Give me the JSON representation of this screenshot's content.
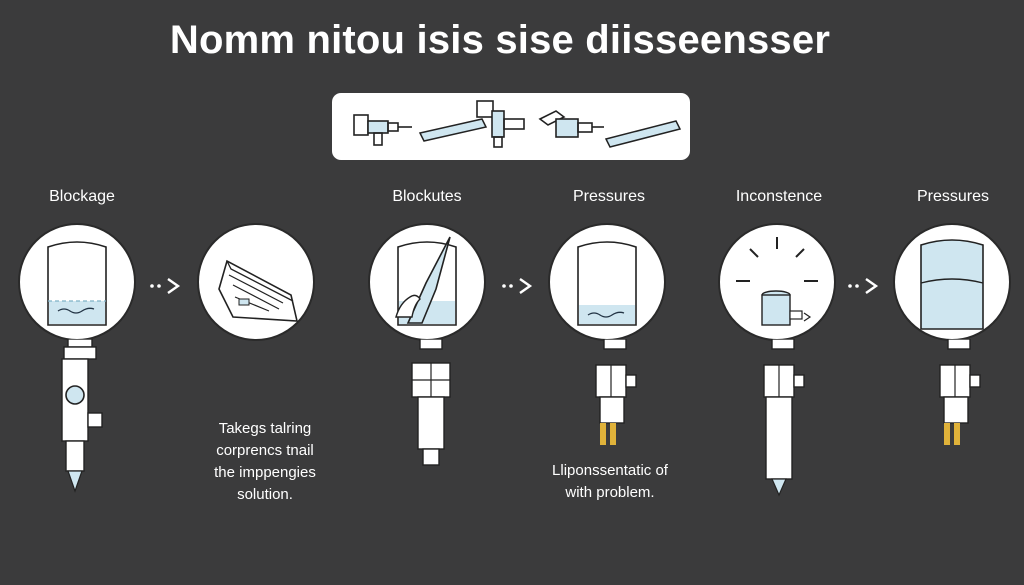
{
  "title": "Nomm nitou isis sise diisseensser",
  "stages": [
    {
      "label": "Blockage"
    },
    {
      "label": "Blockutes"
    },
    {
      "label": "Pressures"
    },
    {
      "label": "Inconstence"
    },
    {
      "label": "Pressures"
    }
  ],
  "captions": [
    {
      "lines": [
        "Takegs talring",
        "corprencs tnail",
        "the imppengies",
        "solution."
      ]
    },
    {
      "lines": [
        "Lliponssentatic of",
        "with problem."
      ]
    }
  ],
  "colors": {
    "background": "#3b3b3c",
    "water": "#cfe6f0",
    "accent_yellow": "#e0b23a"
  }
}
